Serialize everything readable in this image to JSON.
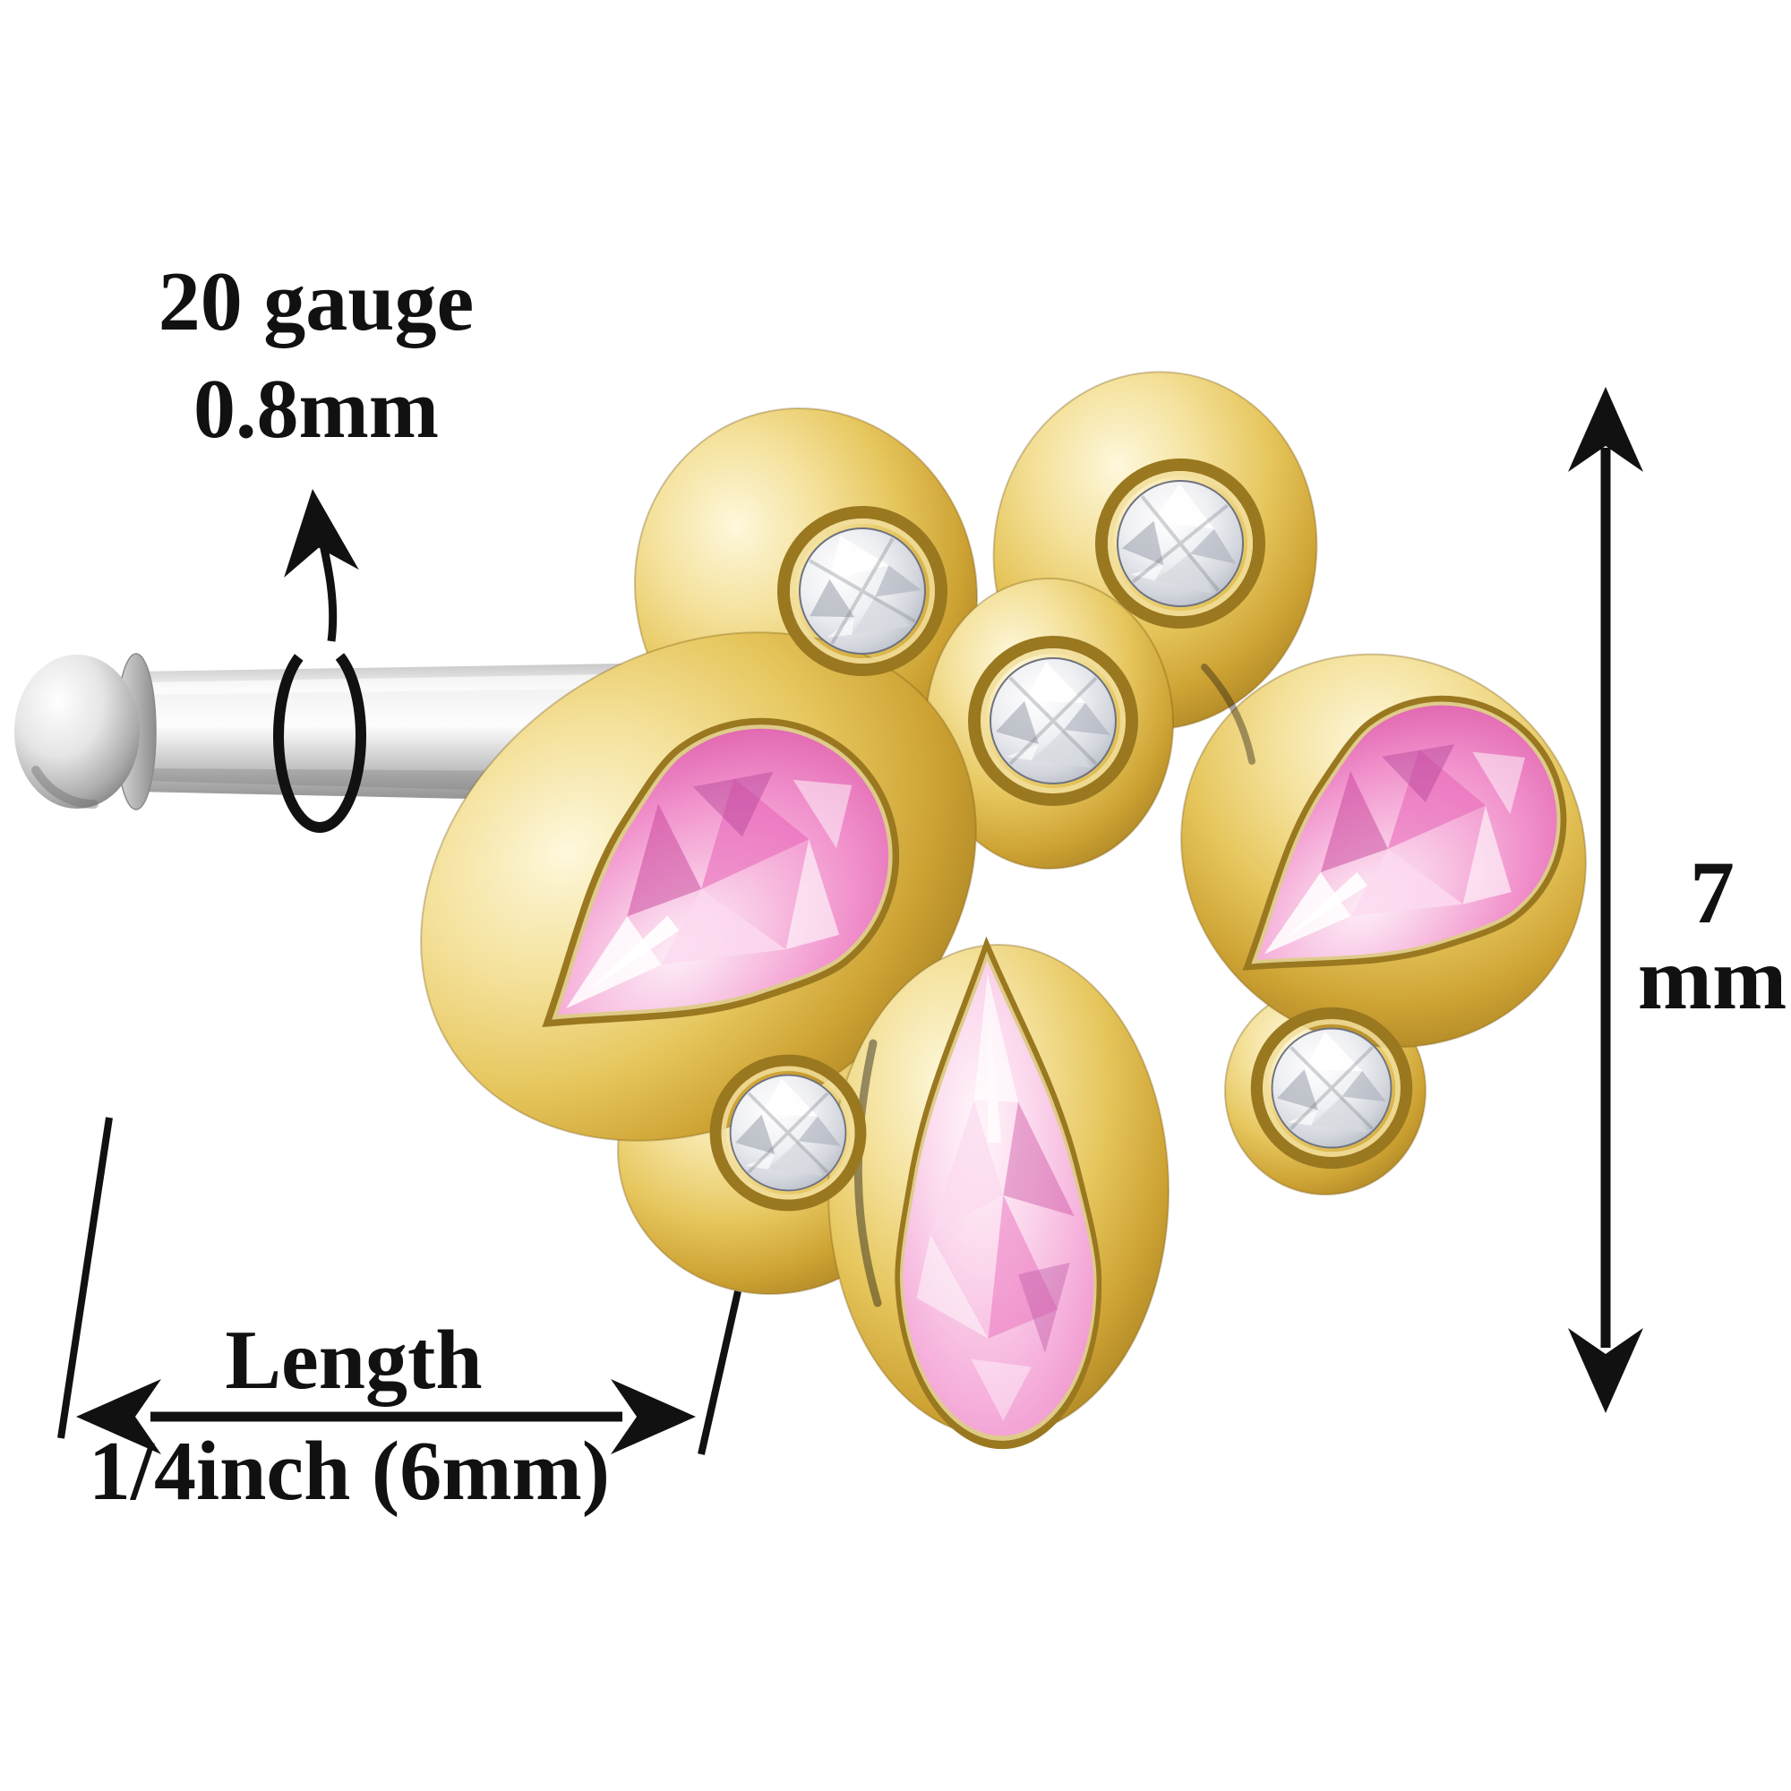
{
  "figure": {
    "description": "Gold paw-print nose stud with three pink pear-cut gems and five clear round gems, mounted on a silver nose bone pin, shown with dimension annotations"
  },
  "annotations": {
    "gauge_label_line1": "20 gauge",
    "gauge_label_line2": "0.8mm",
    "height_value": "7",
    "height_unit": "mm",
    "length_label": "Length",
    "length_value": "1/4inch (6mm)"
  },
  "icons": {
    "gauge_pointer": "curved-arrow-with-ellipse-around-pin",
    "height_dimension": "vertical-double-headed-arrow",
    "length_dimension": "horizontal-double-headed-arrow-with-extension-lines"
  },
  "colors": {
    "background": "#FFFFFF",
    "annotation_ink": "#111111",
    "gold_light": "#FDF6D8",
    "gold_mid": "#E6C65D",
    "gold_deep": "#97731C",
    "bezel_gold": "#9A7820",
    "pink_light": "#FBD7EC",
    "pink_mid": "#F191CC",
    "pink_deep": "#CC4E9E",
    "clear_gem": "#EFF0F3",
    "silver_pin": "#D5D5D5"
  }
}
